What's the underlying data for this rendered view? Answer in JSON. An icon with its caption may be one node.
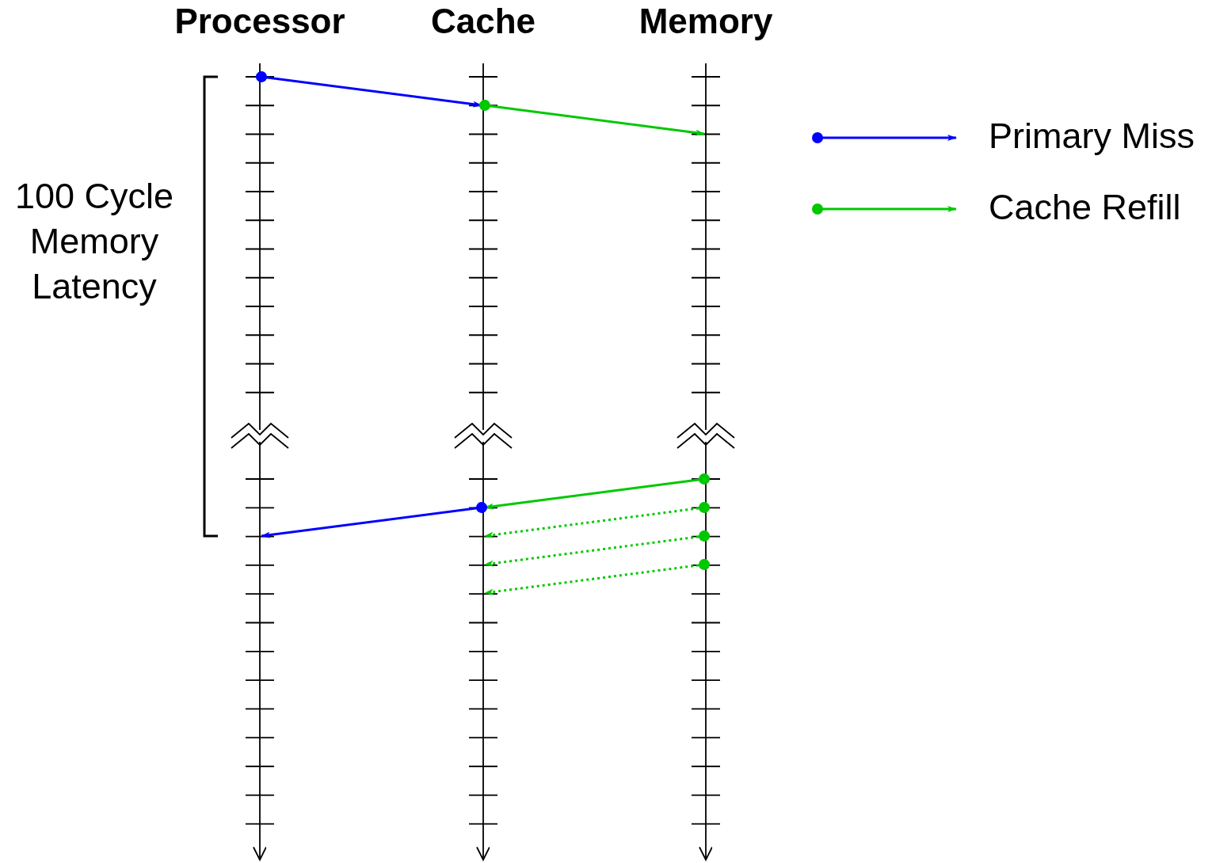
{
  "diagram": {
    "nodes": [
      {
        "text": [
          "Processor"
        ]
      },
      {
        "text": [
          "Cache"
        ]
      },
      {
        "text": [
          "Memory"
        ]
      }
    ],
    "edges": [
      {
        "from": 0,
        "to": 1,
        "arrow": "to",
        "color": "#0000ff"
      },
      {
        "from": 1,
        "to": 2,
        "arrow": "to"
      },
      {
        "from": 2,
        "to": 1,
        "arrow": "to"
      },
      {
        "from": 1,
        "to": 0,
        "arrow": "to",
        "color": "#0000ff"
      },
      {
        "from": 2,
        "to": 1,
        "arrow": "to",
        "style": "dashed"
      },
      {
        "from": 2,
        "to": 1,
        "arrow": "to",
        "style": "dashed"
      },
      {
        "from": 2,
        "to": 1,
        "arrow": "to",
        "style": "dashed"
      }
    ],
    "labels": [
      "100 Cycle Memory Latency"
    ],
    "legend": [
      {
        "text": "Primary Miss"
      },
      {
        "text": "Cache Refill"
      }
    ]
  }
}
